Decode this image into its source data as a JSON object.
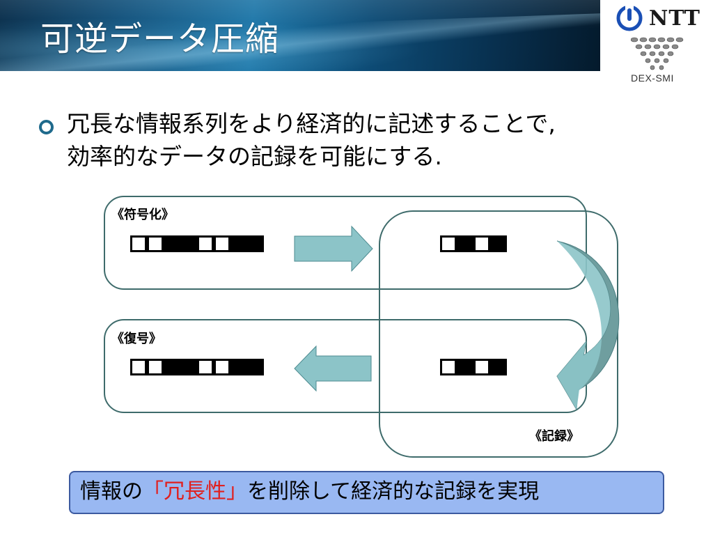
{
  "slide": {
    "title": "可逆データ圧縮",
    "logo": {
      "brand": "NTT",
      "subtitle": "DEX-SMI"
    },
    "bullet": {
      "line1": "冗長な情報系列をより経済的に記述することで,",
      "line2": "効率的なデータの記録を可能にする."
    },
    "diagram": {
      "labels": {
        "encode": "《符号化》",
        "decode": "《復号》",
        "record": "《記録》"
      },
      "sequences": {
        "original": [
          "white",
          "white",
          "black",
          "black",
          "white",
          "white",
          "black",
          "black"
        ],
        "compressed": [
          "white",
          "black",
          "white",
          "black"
        ]
      }
    },
    "summary": {
      "before": "情報の",
      "highlight": "「冗長性」",
      "after": "を削除して経済的な記録を実現"
    }
  },
  "colors": {
    "arrow_fill": "#8cc4c8",
    "arrow_stroke": "#4b8a8f",
    "box_stroke": "#3e6b6b",
    "summary_bg": "#99b8f2",
    "summary_border": "#3c5aa0",
    "highlight_red": "#e0201f",
    "bullet_color": "#1f6a8c"
  }
}
